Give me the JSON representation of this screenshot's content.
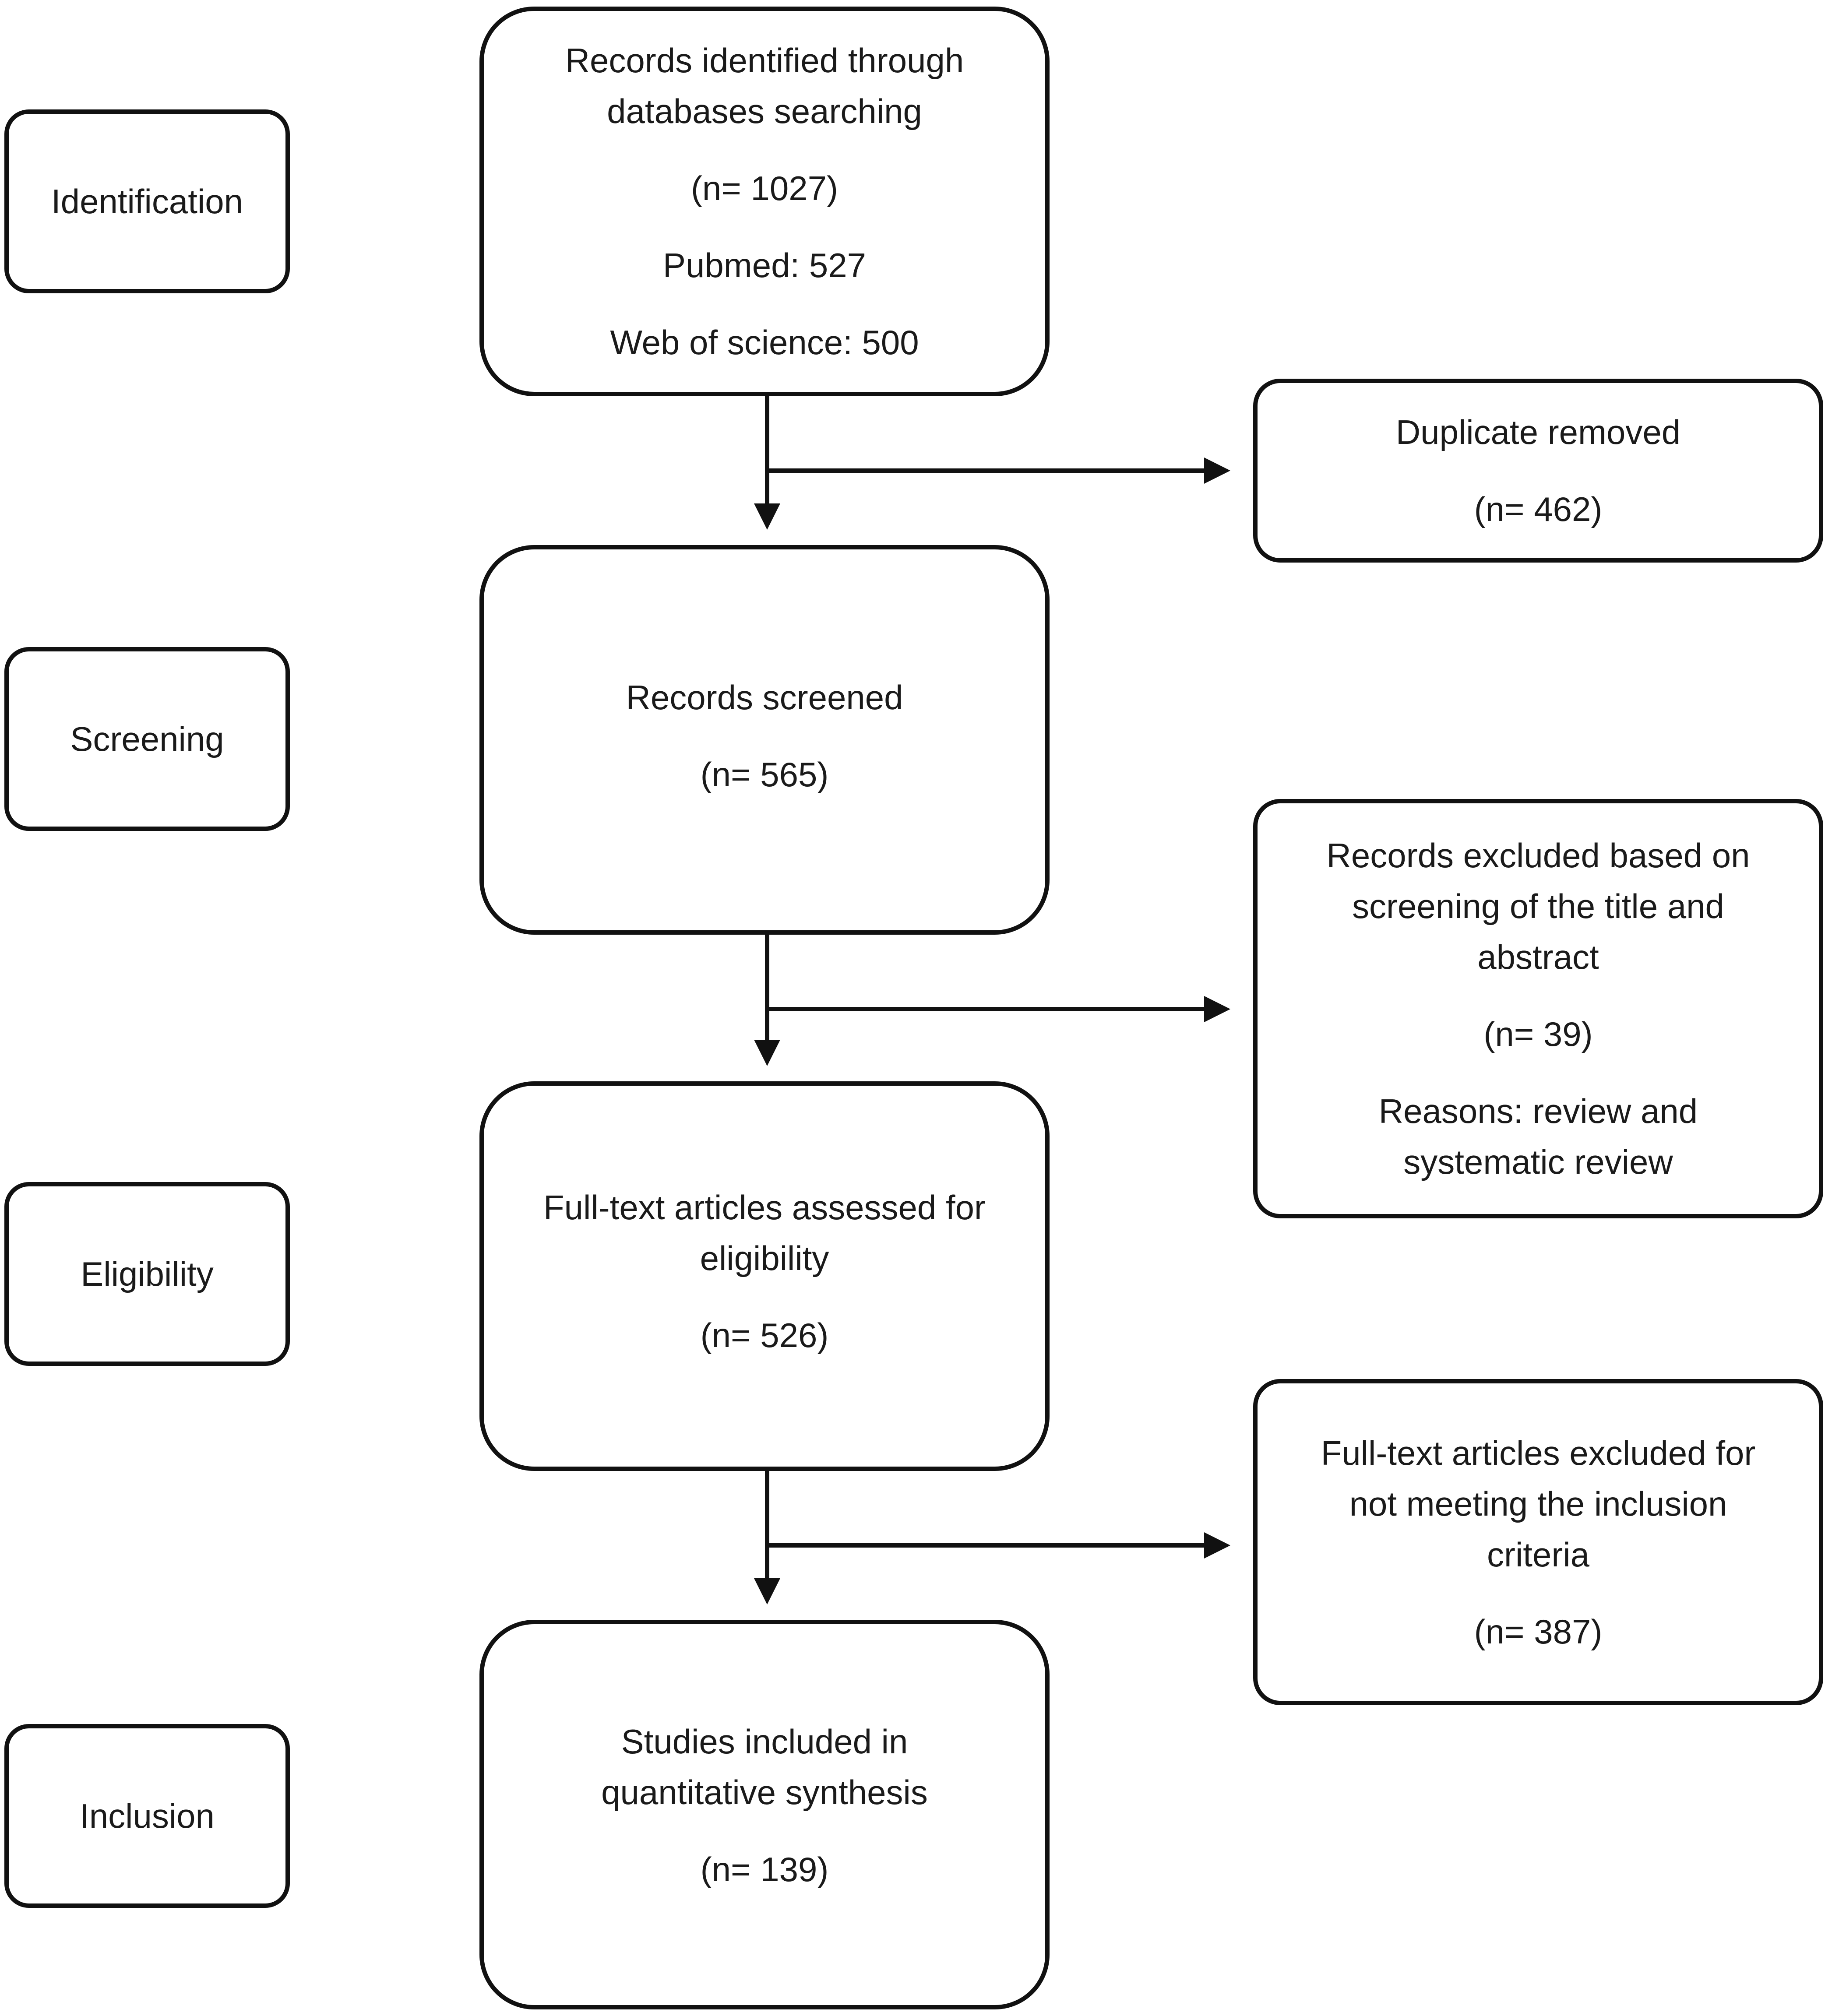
{
  "stages": {
    "identification": "Identification",
    "screening": "Screening",
    "eligibility": "Eligibility",
    "inclusion": "Inclusion"
  },
  "identified": {
    "line1": "Records identified through",
    "line2": "databases searching",
    "count": "(n= 1027)",
    "pubmed": "Pubmed: 527",
    "wos": "Web of science: 500"
  },
  "duplicates": {
    "label": "Duplicate removed",
    "count": "(n= 462)"
  },
  "screened": {
    "label": "Records screened",
    "count": "(n= 565)"
  },
  "excluded_screening": {
    "line1": "Records excluded based on",
    "line2": "screening of the title and",
    "line3": "abstract",
    "count": "(n= 39)",
    "reason1": "Reasons: review and",
    "reason2": "systematic review"
  },
  "eligibility": {
    "line1": "Full-text articles assessed for",
    "line2": "eligibility",
    "count": "(n= 526)"
  },
  "excluded_fulltext": {
    "line1": "Full-text articles excluded for",
    "line2": "not meeting the inclusion",
    "line3": "criteria",
    "count": "(n= 387)"
  },
  "included": {
    "line1": "Studies included in",
    "line2": "quantitative synthesis",
    "count": "(n= 139)"
  }
}
